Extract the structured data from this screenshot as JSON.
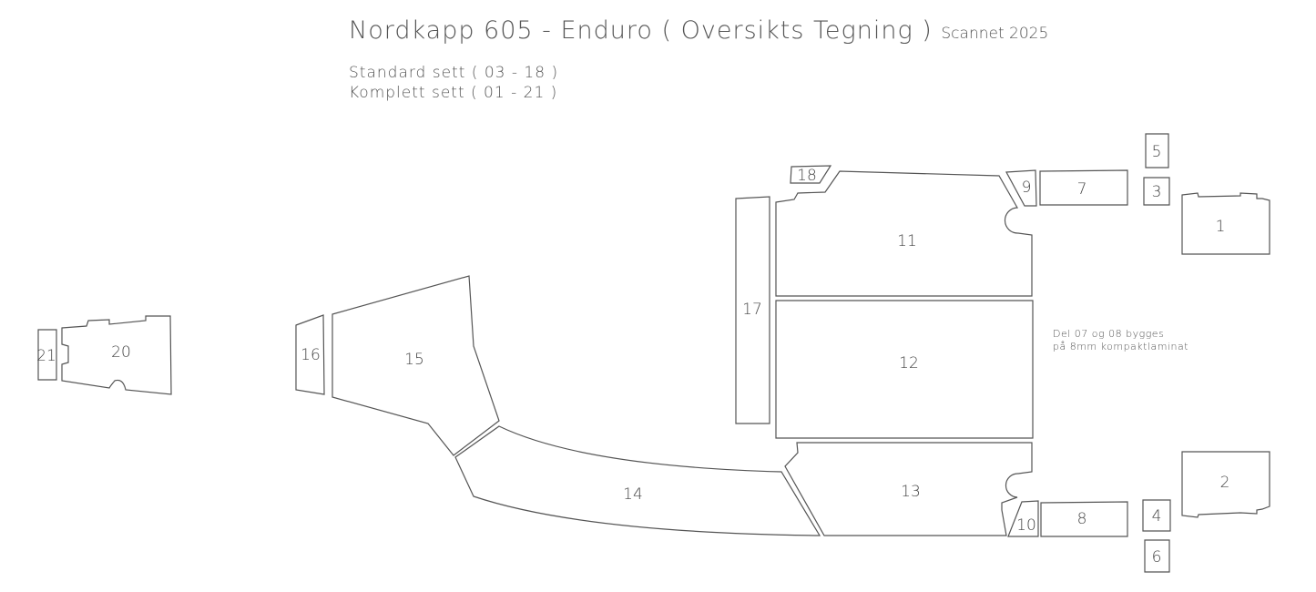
{
  "title": "Nordkapp 605 - Enduro ( Oversikts Tegning )",
  "scan_note": "Scannet 2025",
  "sets": [
    "Standard sett ( 03 - 18 )",
    "Komplett sett ( 01 - 21 )"
  ],
  "note": [
    "Del 07 og 08 bygges",
    "på 8mm kompaktlaminat"
  ],
  "parts": {
    "p1": "1",
    "p2": "2",
    "p3": "3",
    "p4": "4",
    "p5": "5",
    "p6": "6",
    "p7": "7",
    "p8": "8",
    "p9": "9",
    "p10": "10",
    "p11": "11",
    "p12": "12",
    "p13": "13",
    "p14": "14",
    "p15": "15",
    "p16": "16",
    "p17": "17",
    "p18": "18",
    "p20": "20",
    "p21": "21"
  }
}
